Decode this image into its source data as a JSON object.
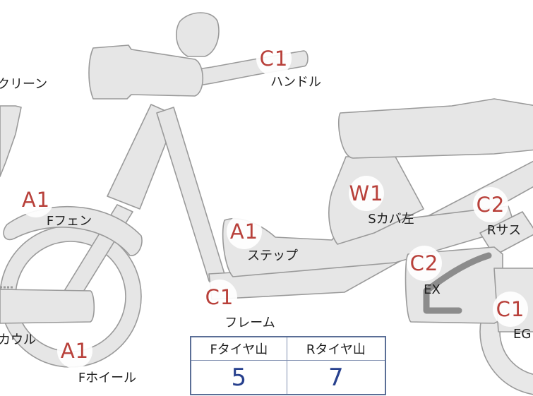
{
  "colors": {
    "part_fill": "#e6e6e6",
    "part_stroke": "#9a9a9a",
    "code_text": "#b8403a",
    "label_text": "#1f1f1f",
    "table_border": "#5a6e96",
    "table_value": "#28418e"
  },
  "callouts": [
    {
      "key": "handle",
      "code": "C1",
      "label": "ハンドル"
    },
    {
      "key": "screen",
      "code": "",
      "label": "クリーン"
    },
    {
      "key": "front_fender",
      "code": "A1",
      "label": "Fフェン"
    },
    {
      "key": "step",
      "code": "A1",
      "label": "ステップ"
    },
    {
      "key": "side_cover",
      "code": "W1",
      "label": "Sカバ左"
    },
    {
      "key": "rear_susp",
      "code": "C2",
      "label": "Rサス"
    },
    {
      "key": "exhaust",
      "code": "C2",
      "label": "EX"
    },
    {
      "key": "frame",
      "code": "C1",
      "label": "フレーム"
    },
    {
      "key": "engine",
      "code": "C1",
      "label": "EG"
    },
    {
      "key": "front_wheel",
      "code": "A1",
      "label": "Fホイール"
    },
    {
      "key": "cowl",
      "code": "",
      "label": "カウル"
    }
  ],
  "tire_table": {
    "headers": [
      "Fタイヤ山",
      "Rタイヤ山"
    ],
    "values": [
      "5",
      "7"
    ]
  }
}
